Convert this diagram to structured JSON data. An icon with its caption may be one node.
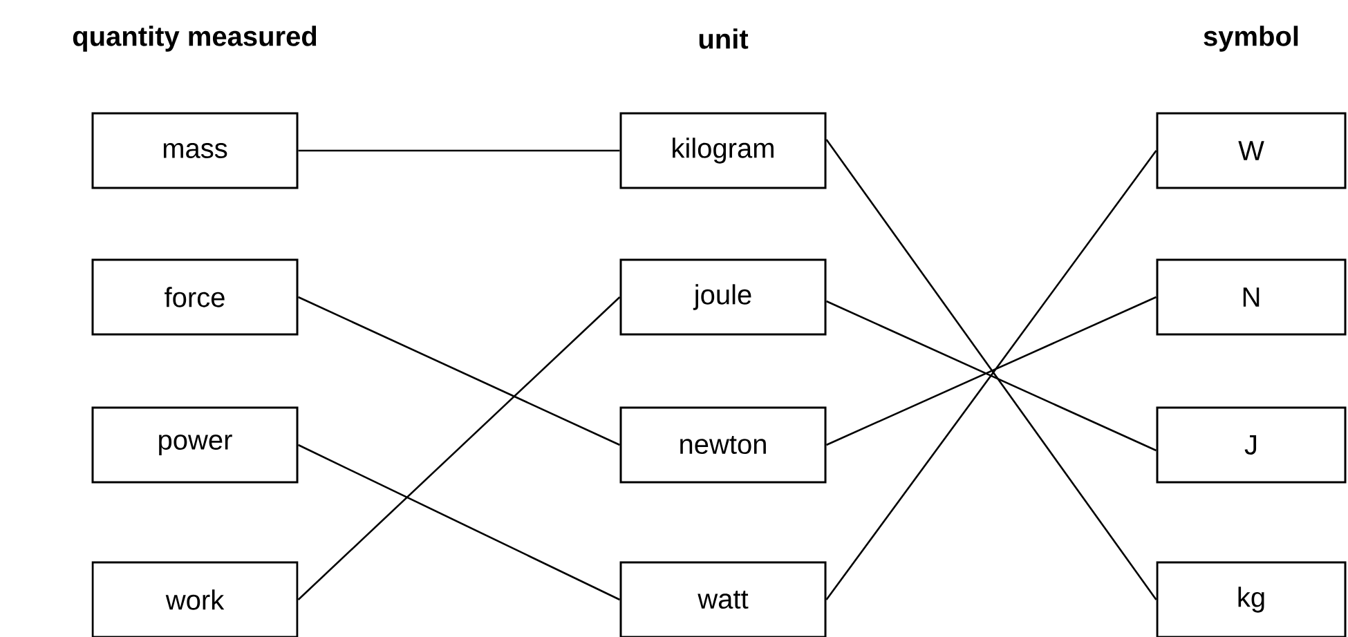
{
  "diagram": {
    "nodes": [
      {
        "text": [
          "mass"
        ]
      },
      {
        "text": [
          "force"
        ]
      },
      {
        "text": [
          "power"
        ]
      },
      {
        "text": [
          "work"
        ]
      },
      {
        "text": [
          "kilogram"
        ]
      },
      {
        "text": [
          "joule"
        ]
      },
      {
        "text": [
          "newton"
        ]
      },
      {
        "text": [
          "watt"
        ]
      },
      {
        "text": [
          "W"
        ]
      },
      {
        "text": [
          "N"
        ]
      },
      {
        "text": [
          "J"
        ]
      },
      {
        "text": [
          "kg"
        ]
      }
    ],
    "edges": [
      {
        "from": 0,
        "to": 4,
        "arrow": "none"
      },
      {
        "from": 1,
        "to": 6,
        "arrow": "none"
      },
      {
        "from": 2,
        "to": 7,
        "arrow": "none"
      },
      {
        "from": 3,
        "to": 5,
        "arrow": "none"
      },
      {
        "from": 4,
        "to": 11,
        "arrow": "none"
      },
      {
        "from": 5,
        "to": 10,
        "arrow": "none"
      },
      {
        "from": 6,
        "to": 9,
        "arrow": "none"
      },
      {
        "from": 7,
        "to": 8,
        "arrow": "none"
      }
    ],
    "labels": [
      "quantity measured",
      "unit",
      "symbol"
    ]
  }
}
